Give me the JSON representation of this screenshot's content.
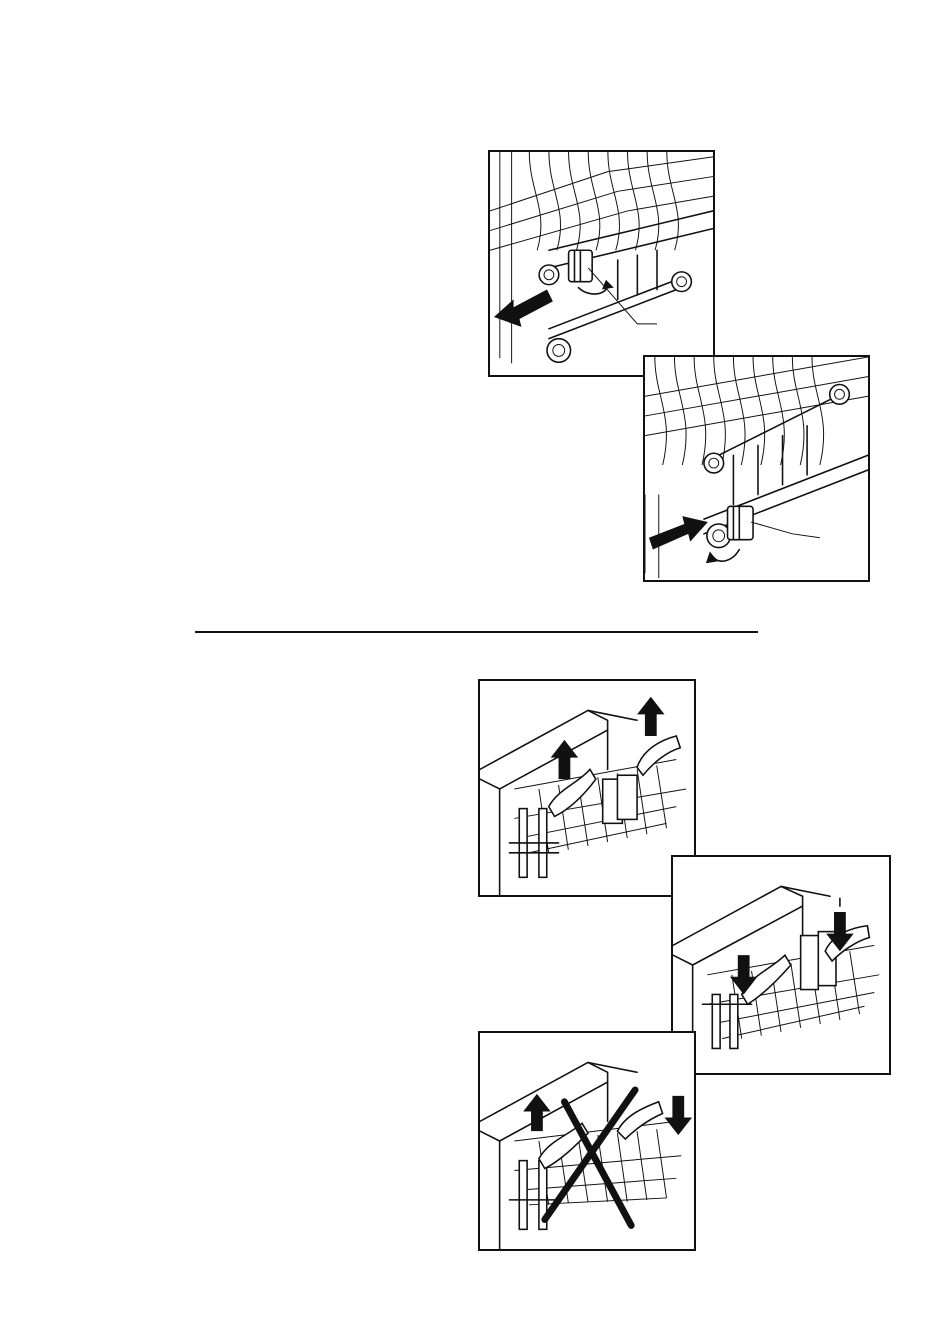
{
  "page": {
    "figures": [
      {
        "id": "fig1",
        "description": "wheel-bracket-pull-out"
      },
      {
        "id": "fig2",
        "description": "wheel-bracket-push-in"
      },
      {
        "id": "fig3",
        "description": "rack-lift-both-sides"
      },
      {
        "id": "fig4",
        "description": "rack-press-down-both-sides"
      },
      {
        "id": "fig5",
        "description": "rack-one-side-incorrect"
      }
    ],
    "incorrect_mark": "cross-mark"
  }
}
